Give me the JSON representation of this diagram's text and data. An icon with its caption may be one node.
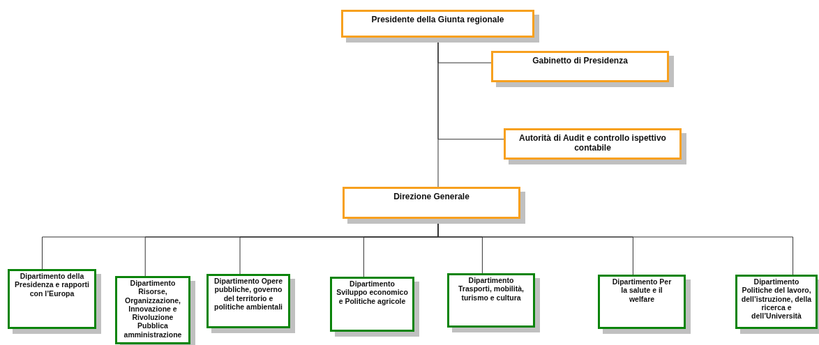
{
  "diagram": {
    "nodes": [
      {
        "text": [
          "Presidente della Giunta regionale"
        ]
      },
      {
        "text": [
          "Gabinetto di Presidenza"
        ]
      },
      {
        "text": [
          "Autorità di Audit e controllo ispettivo contabile"
        ]
      },
      {
        "text": [
          "Direzione Generale"
        ]
      },
      {
        "text": [
          "Dipartimento della Presidenza e rapporti con l’Europa"
        ]
      },
      {
        "text": [
          "Dipartimento Risorse, Organizzazione, Innovazione e Rivoluzione Pubblica amministrazione"
        ]
      },
      {
        "text": [
          "Dipartimento Opere pubbliche, governo del territorio e politiche ambientali"
        ]
      },
      {
        "text": [
          "Dipartimento Sviluppo economico e Politiche agricole"
        ]
      },
      {
        "text": [
          "Dipartimento Trasporti, mobilità, turismo e cultura"
        ]
      },
      {
        "text": [
          "Dipartimento Per la salute e il welfare"
        ]
      },
      {
        "text": [
          "Dipartimento Politiche del lavoro, dell’istruzione, della ricerca e dell’Università"
        ]
      }
    ],
    "edges": [
      {
        "from": 0,
        "to": 1,
        "arrow": "none"
      },
      {
        "from": 0,
        "to": 2,
        "arrow": "none"
      },
      {
        "from": 0,
        "to": 3,
        "arrow": "none"
      },
      {
        "from": 3,
        "to": 4,
        "arrow": "none"
      },
      {
        "from": 3,
        "to": 5,
        "arrow": "none"
      },
      {
        "from": 3,
        "to": 6,
        "arrow": "none"
      },
      {
        "from": 3,
        "to": 7,
        "arrow": "none"
      },
      {
        "from": 3,
        "to": 8,
        "arrow": "none"
      },
      {
        "from": 3,
        "to": 9,
        "arrow": "none"
      },
      {
        "from": 3,
        "to": 10,
        "arrow": "none"
      }
    ]
  }
}
